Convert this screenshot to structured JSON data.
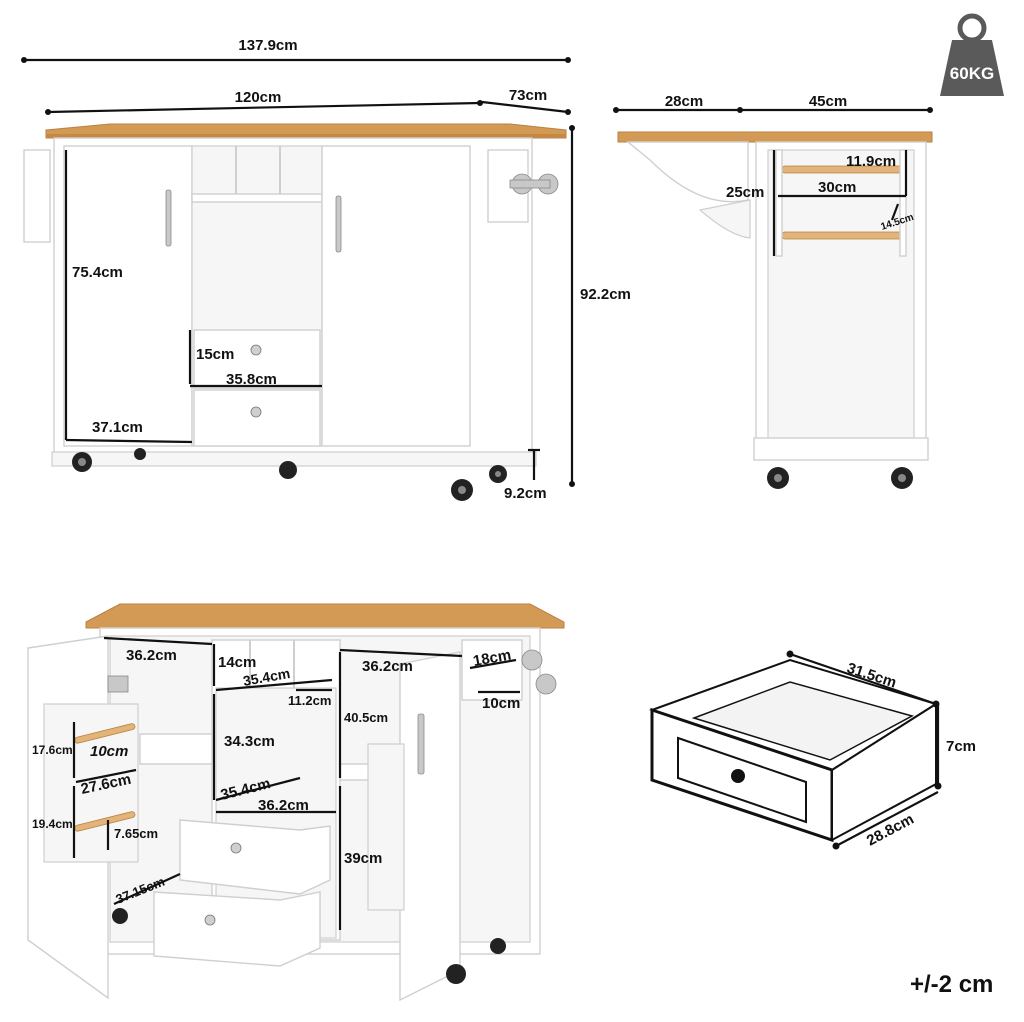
{
  "front_view": {
    "total_width": "137.9cm",
    "body_width": "120cm",
    "overhang": "73cm",
    "height": "92.2cm",
    "door_height": "75.4cm",
    "door_width": "37.1cm",
    "drawer_height": "15cm",
    "drawer_width": "35.8cm",
    "wheel_height": "9.2cm"
  },
  "weight": {
    "label": "60KG",
    "icon": "weight-icon"
  },
  "side_view": {
    "leaf_width": "28cm",
    "depth": "45cm",
    "rack_depth": "11.9cm",
    "rack_height": "25cm",
    "rack_width": "30cm",
    "rail_gap": "14.5cm"
  },
  "interior_view": {
    "left_shelf_width": "36.2cm",
    "cubby_height": "14cm",
    "cubby_row_width": "35.4cm",
    "cubby_width": "11.2cm",
    "right_shelf_width": "36.2cm",
    "towel_bar_width": "18cm",
    "towel_bar_depth": "10cm",
    "door_rack_height_upper": "17.6cm",
    "door_rack_depth": "10cm",
    "door_rack_width": "27.6cm",
    "door_rack_height_lower": "19.4cm",
    "door_rack_rail": "7.65cm",
    "middle_height": "34.3cm",
    "middle_width": "35.4cm",
    "middle_inner_width": "36.2cm",
    "right_upper_height": "40.5cm",
    "right_lower_height": "39cm",
    "drawer_depth": "37.15cm"
  },
  "drawer_view": {
    "width": "31.5cm",
    "height": "7cm",
    "depth": "28.8cm"
  },
  "tolerance": "+/-2 cm"
}
